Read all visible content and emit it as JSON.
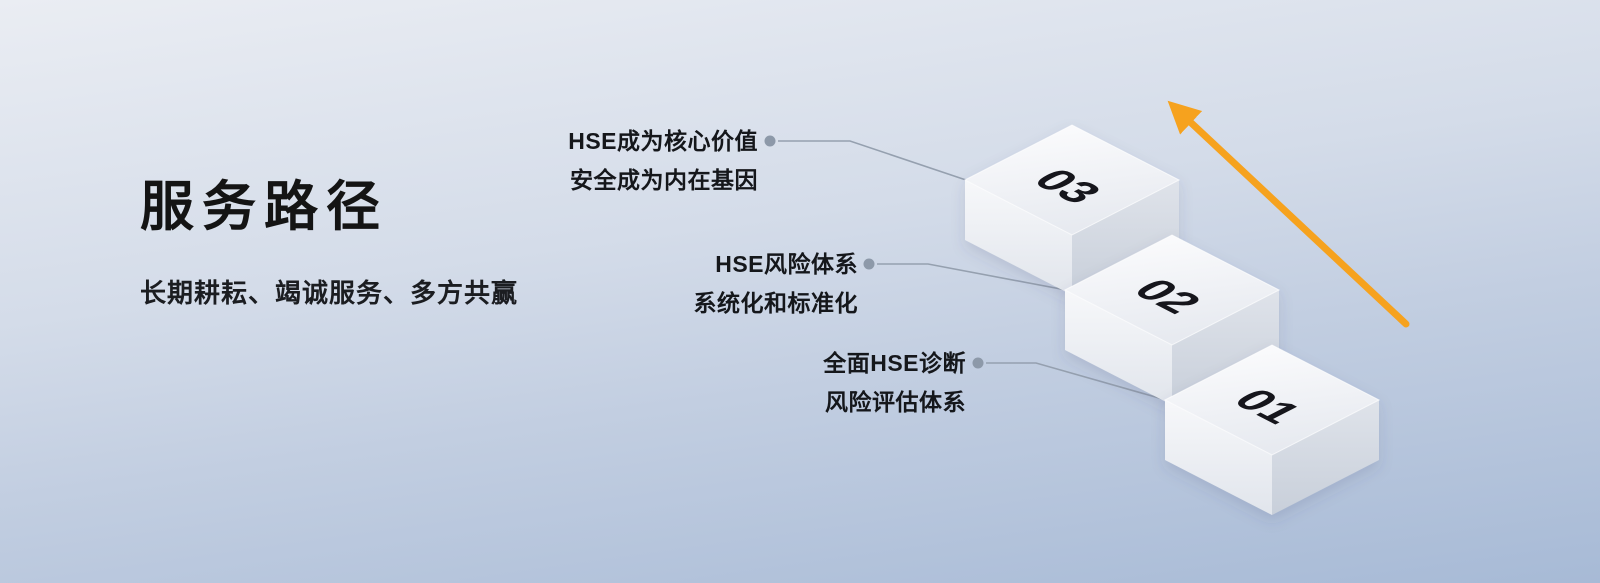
{
  "page": {
    "title": "服务路径",
    "subtitle": "长期耕耘、竭诚服务、多方共赢"
  },
  "steps": [
    {
      "number": "03",
      "label_line1": "HSE成为核心价值",
      "label_line2": "安全成为内在基因"
    },
    {
      "number": "02",
      "label_line1": "HSE风险体系",
      "label_line2": "系统化和标准化"
    },
    {
      "number": "01",
      "label_line1": "全面HSE诊断",
      "label_line2": "风险评估体系"
    }
  ],
  "icons": {
    "trend_arrow": "diagonal-arrow-pointing-up",
    "connector_dot": "small-circle-dot"
  },
  "colors": {
    "arrow": "#F6A21E",
    "connector_line": "#95A0AF",
    "connector_dot": "#8D99A9",
    "title_text": "#141414",
    "bg_top": "#EAEDF3",
    "bg_bottom": "#A7BAD6"
  }
}
